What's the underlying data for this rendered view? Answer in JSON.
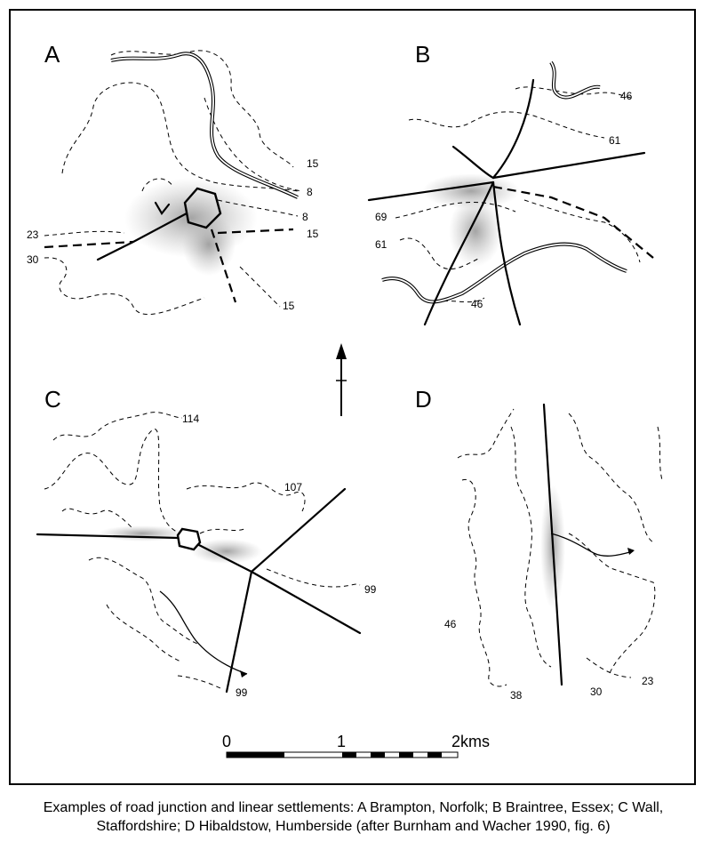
{
  "panels": {
    "a": {
      "letter": "A",
      "contour_labels": [
        "15",
        "8",
        "8",
        "15",
        "23",
        "30",
        "15"
      ]
    },
    "b": {
      "letter": "B",
      "contour_labels": [
        "46",
        "61",
        "69",
        "61",
        "46"
      ]
    },
    "c": {
      "letter": "C",
      "contour_labels": [
        "114",
        "107",
        "99",
        "99"
      ]
    },
    "d": {
      "letter": "D",
      "contour_labels": [
        "46",
        "38",
        "30",
        "23"
      ]
    }
  },
  "scale_bar": {
    "labels": [
      "0",
      "1",
      "2kms"
    ]
  },
  "north_arrow": {
    "icon": "north-arrow-icon"
  },
  "caption": "Examples of road junction and linear settlements: A Brampton, Norfolk; B Braintree, Essex; C Wall, Staffordshire; D Hibaldstow, Humberside (after Burnham and  Wacher 1990, fig. 6)"
}
